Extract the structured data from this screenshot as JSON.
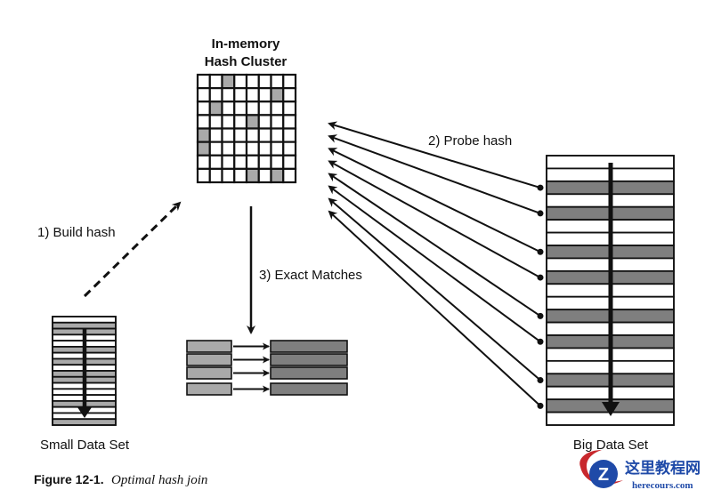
{
  "labels": {
    "hash_cluster_line1": "In-memory",
    "hash_cluster_line2": "Hash Cluster",
    "build_hash": "1) Build hash",
    "probe_hash": "2) Probe hash",
    "exact_matches": "3) Exact Matches",
    "small_data_set": "Small Data Set",
    "big_data_set": "Big Data Set"
  },
  "caption": {
    "figure_number": "Figure 12-1.",
    "title": "Optimal hash join"
  },
  "watermark": {
    "chinese_text": "这里教程网",
    "site": "herecours.com",
    "logo_letter": "Z"
  },
  "colors": {
    "shade_light": "#a9a9a9",
    "shade_dark": "#7f7f7f",
    "line": "#111111",
    "watermark_blue": "#1f4aa8",
    "watermark_red": "#c8282d"
  },
  "hash_grid": {
    "rows": 8,
    "cols": 8,
    "filled_cells": [
      [
        0,
        2
      ],
      [
        1,
        6
      ],
      [
        2,
        1
      ],
      [
        3,
        4
      ],
      [
        4,
        0
      ],
      [
        5,
        0
      ],
      [
        7,
        4
      ],
      [
        7,
        6
      ]
    ]
  },
  "small_data_set": {
    "row_pattern": [
      0,
      1,
      1,
      0,
      0,
      1,
      0,
      1,
      0,
      1,
      1,
      0,
      0,
      0,
      1,
      0,
      0,
      1
    ]
  },
  "big_data_set": {
    "row_pattern": [
      0,
      0,
      1,
      0,
      1,
      0,
      0,
      1,
      0,
      1,
      0,
      0,
      1,
      0,
      1,
      0,
      0,
      1,
      0,
      1,
      0
    ]
  },
  "exact_matches": {
    "pair_count": 4
  }
}
